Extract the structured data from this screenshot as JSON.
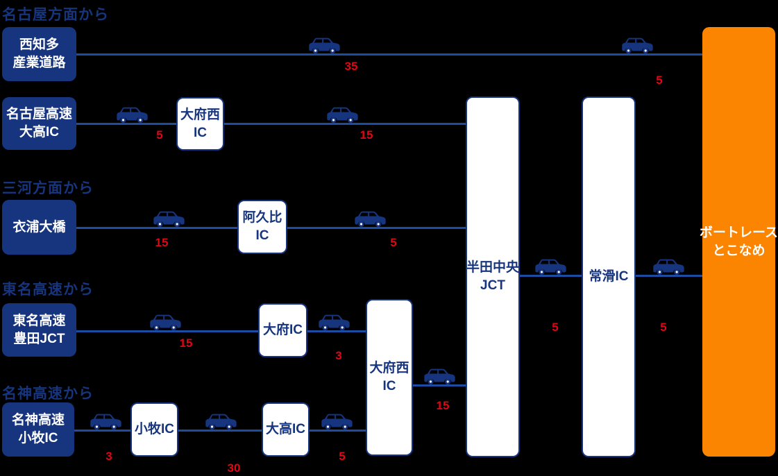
{
  "palette": {
    "navy": "#17357E",
    "line": "#1C4DA3",
    "red": "#E00613",
    "orange": "#FB8500",
    "white": "#FFFFFF",
    "bg": "#000000"
  },
  "headings": [
    {
      "text": "名古屋方面から"
    },
    {
      "text": "三河方面から"
    },
    {
      "text": "東名高速から"
    },
    {
      "text": "名神高速から"
    }
  ],
  "origin_boxes": [
    {
      "lines": [
        "西知多",
        "産業道路"
      ]
    },
    {
      "lines": [
        "名古屋高速",
        "大高IC"
      ]
    },
    {
      "lines": [
        "衣浦大橋"
      ]
    },
    {
      "lines": [
        "東名高速",
        "豊田JCT"
      ]
    },
    {
      "lines": [
        "名神高速",
        "小牧IC"
      ]
    }
  ],
  "ic_boxes": [
    {
      "lines": [
        "大府西",
        "IC"
      ]
    },
    {
      "lines": [
        "阿久比",
        "IC"
      ]
    },
    {
      "lines": [
        "大府IC"
      ]
    },
    {
      "lines": [
        "小牧IC"
      ]
    },
    {
      "lines": [
        "大高IC"
      ]
    },
    {
      "lines": [
        "大府西",
        "IC"
      ]
    },
    {
      "lines": [
        "半田中央",
        "JCT"
      ]
    },
    {
      "lines": [
        "常滑IC"
      ]
    }
  ],
  "destination": {
    "lines": [
      "ボートレース",
      "とこなめ"
    ]
  },
  "durations": [
    {
      "value": "35"
    },
    {
      "value": "5"
    },
    {
      "value": "5"
    },
    {
      "value": "15"
    },
    {
      "value": "15"
    },
    {
      "value": "5"
    },
    {
      "value": "15"
    },
    {
      "value": "3"
    },
    {
      "value": "3"
    },
    {
      "value": "30"
    },
    {
      "value": "5"
    },
    {
      "value": "15"
    },
    {
      "value": "5"
    },
    {
      "value": "5"
    }
  ],
  "icons": {
    "car": "car-icon"
  }
}
